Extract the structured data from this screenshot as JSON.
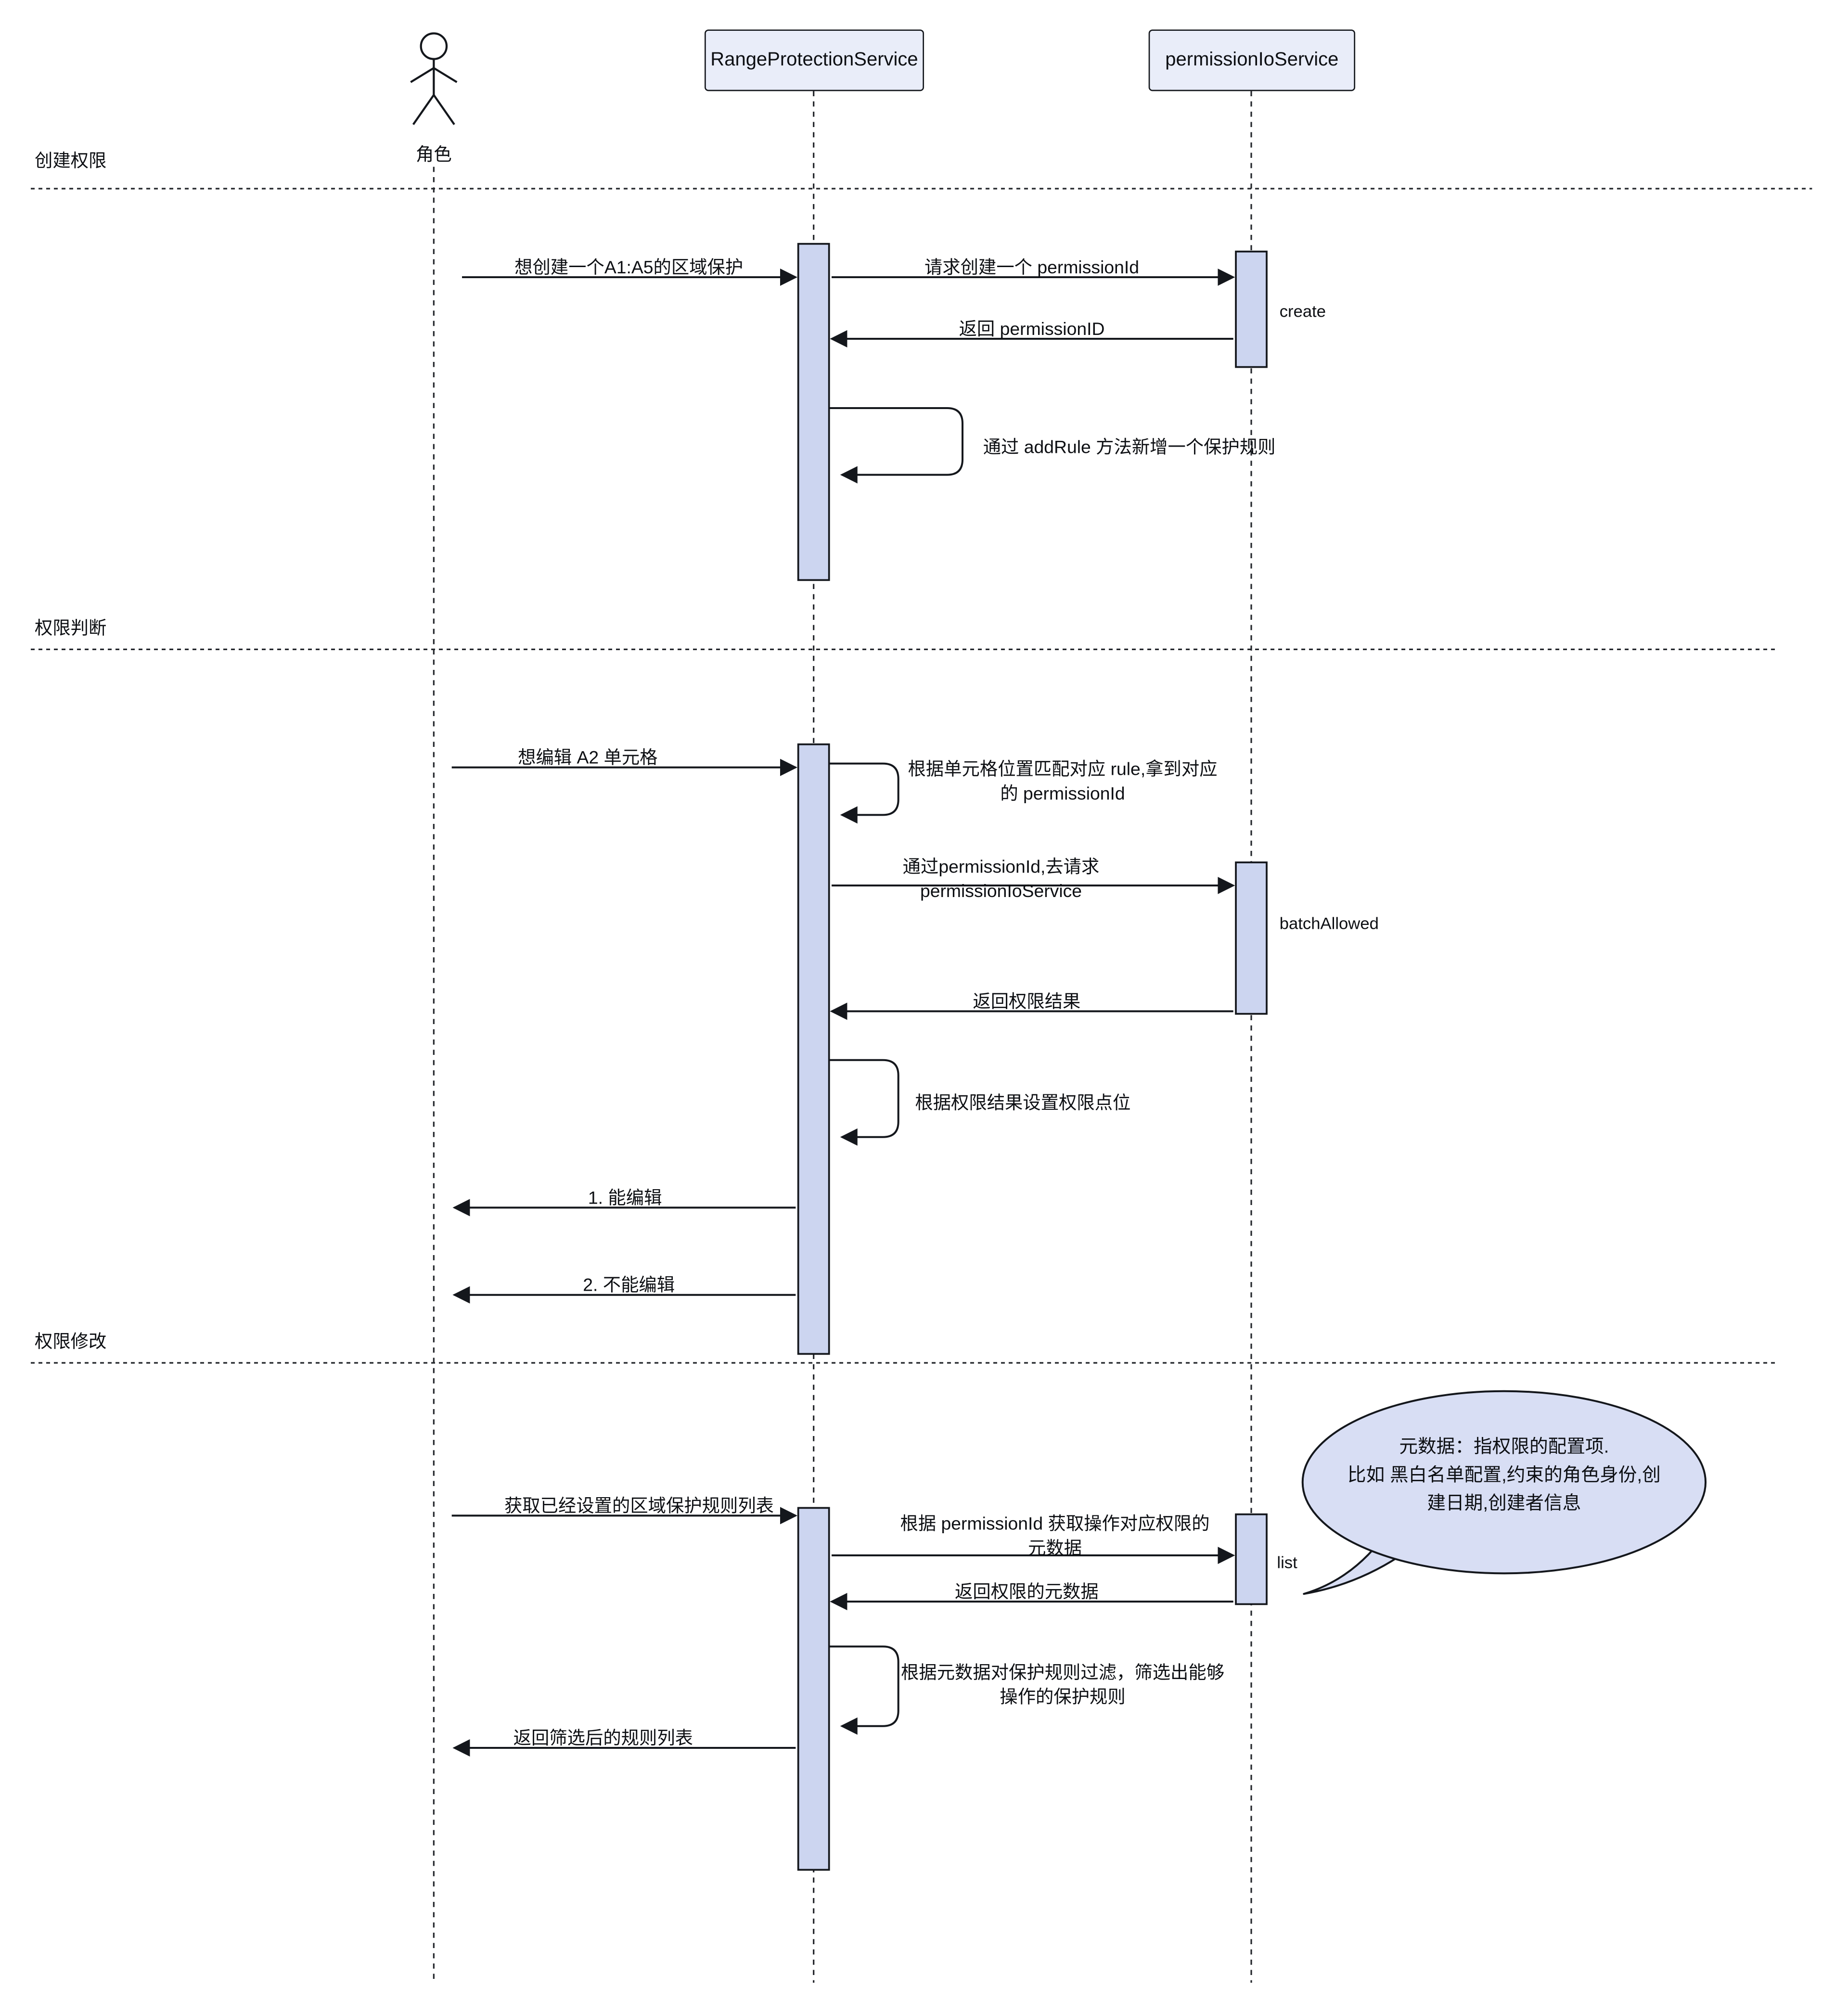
{
  "participants": [
    {
      "name": "角色",
      "type": "actor"
    },
    {
      "name": "RangeProtectionService",
      "type": "participant"
    },
    {
      "name": "permissionIoService",
      "type": "participant"
    }
  ],
  "sections": [
    {
      "label": "创建权限"
    },
    {
      "label": "权限判断"
    },
    {
      "label": "权限修改"
    }
  ],
  "activation_labels": {
    "create": "create",
    "batch_allowed": "batchAllowed",
    "list": "list"
  },
  "messages": {
    "create_protection": "想创建一个A1:A5的区域保护",
    "request_permission_id": "请求创建一个 permissionId",
    "return_permission_id": "返回 permissionID",
    "add_rule": "通过 addRule 方法新增一个保护规则",
    "edit_a2": "想编辑 A2 单元格",
    "match_rule": "根据单元格位置匹配对应 rule,拿到对应的 permissionId",
    "request_io": "通过permissionId,去请求 permissionIoService",
    "return_result": "返回权限结果",
    "set_points": "根据权限结果设置权限点位",
    "can_edit": "1. 能编辑",
    "cannot_edit": "2. 不能编辑",
    "get_rule_list": "获取已经设置的区域保护规则列表",
    "get_metadata": "根据 permissionId 获取操作对应权限的元数据",
    "return_metadata": "返回权限的元数据",
    "filter_rules": "根据元数据对保护规则过滤，筛选出能够操作的保护规则",
    "return_filtered": "返回筛选后的规则列表"
  },
  "note": "元数据：指权限的配置项.\n比如 黑白名单配置,约束的角色身份,创建日期,创建者信息"
}
